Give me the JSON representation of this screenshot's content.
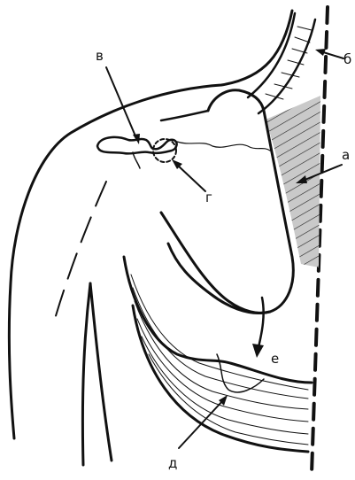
{
  "figure": {
    "labels": {
      "a": "а",
      "b": "б",
      "v": "в",
      "g": "г",
      "d": "д",
      "e": "е"
    }
  },
  "colors": {
    "ink": "#111111",
    "hatch_fill": "#c9c9c9",
    "background": "#ffffff"
  }
}
